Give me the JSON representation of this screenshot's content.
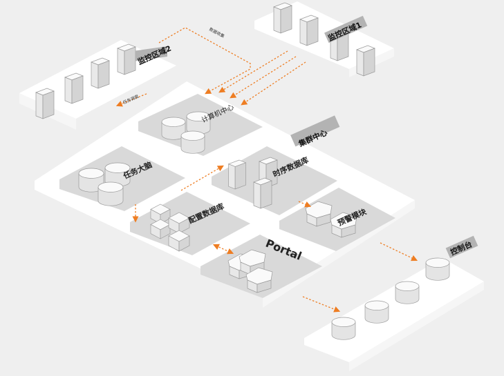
{
  "labels": {
    "monitor1": "监控区域1",
    "monitor2": "监控区域2",
    "center": "集群中心",
    "compute": "计算机中心",
    "brain": "任务大脑",
    "timeseries": "时序数据库",
    "config": "配置数据库",
    "alert": "预警模块",
    "portal": "Portal",
    "console": "控制台",
    "data_collect": "数据收集",
    "task_dispatch": "任务调度"
  },
  "colors": {
    "background": "#efefef",
    "platform": "#ffffff",
    "zone": "#d9d9d9",
    "tag": "#b3b3b3",
    "accent": "#ee7d22"
  }
}
